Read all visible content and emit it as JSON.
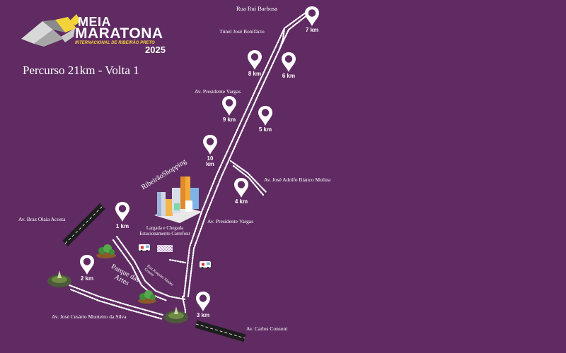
{
  "logo": {
    "line1": "MEIA",
    "line2": "MARATONA",
    "subtitle": "INTERNACIONAL DE RIBEIRÃO PRETO",
    "year": "2025"
  },
  "map_title": "Percurso 21km - Volta 1",
  "streets": {
    "rui_barbosa": "Rua Rui Barbosa",
    "tunel": "Túnel José Bonifácio",
    "pres_vargas_top": "Av. Presidente Vargas",
    "adolfo": "Av. José Adolfo Bianco Molina",
    "pres_vargas_mid": "Av. Presidente Vargas",
    "braz": "Av. Braz Olaia Acosta",
    "jose_cesario": "Av. José Cesário Monteiro da Silva",
    "carlos": "Av. Carlos Consoni",
    "joaquim": "Rua Joaquim Sândor Gomes"
  },
  "places": {
    "mall": "RibeirãoShopping",
    "parque": "Parque das Artes",
    "largada": "Largada e Chegada Estacionamento Carrefour"
  },
  "markers": {
    "m1": "1 km",
    "m2": "2 km",
    "m3": "3 km",
    "m4": "4 km",
    "m5": "5 km",
    "m6": "6 km",
    "m7": "7 km",
    "m8": "8 km",
    "m9": "9 km",
    "m10": "10 km"
  },
  "colors": {
    "background": "#5f2b62",
    "route": "#ffffff",
    "accent_yellow": "#f4d23a",
    "road": "#1e1e1e"
  },
  "icons": {
    "marker": "map-pin-icon",
    "ambulance": "ambulance-icon",
    "finish": "checkered-flag-icon",
    "tree": "tree-icon",
    "roundabout": "roundabout-icon",
    "buildings": "city-buildings-icon"
  }
}
